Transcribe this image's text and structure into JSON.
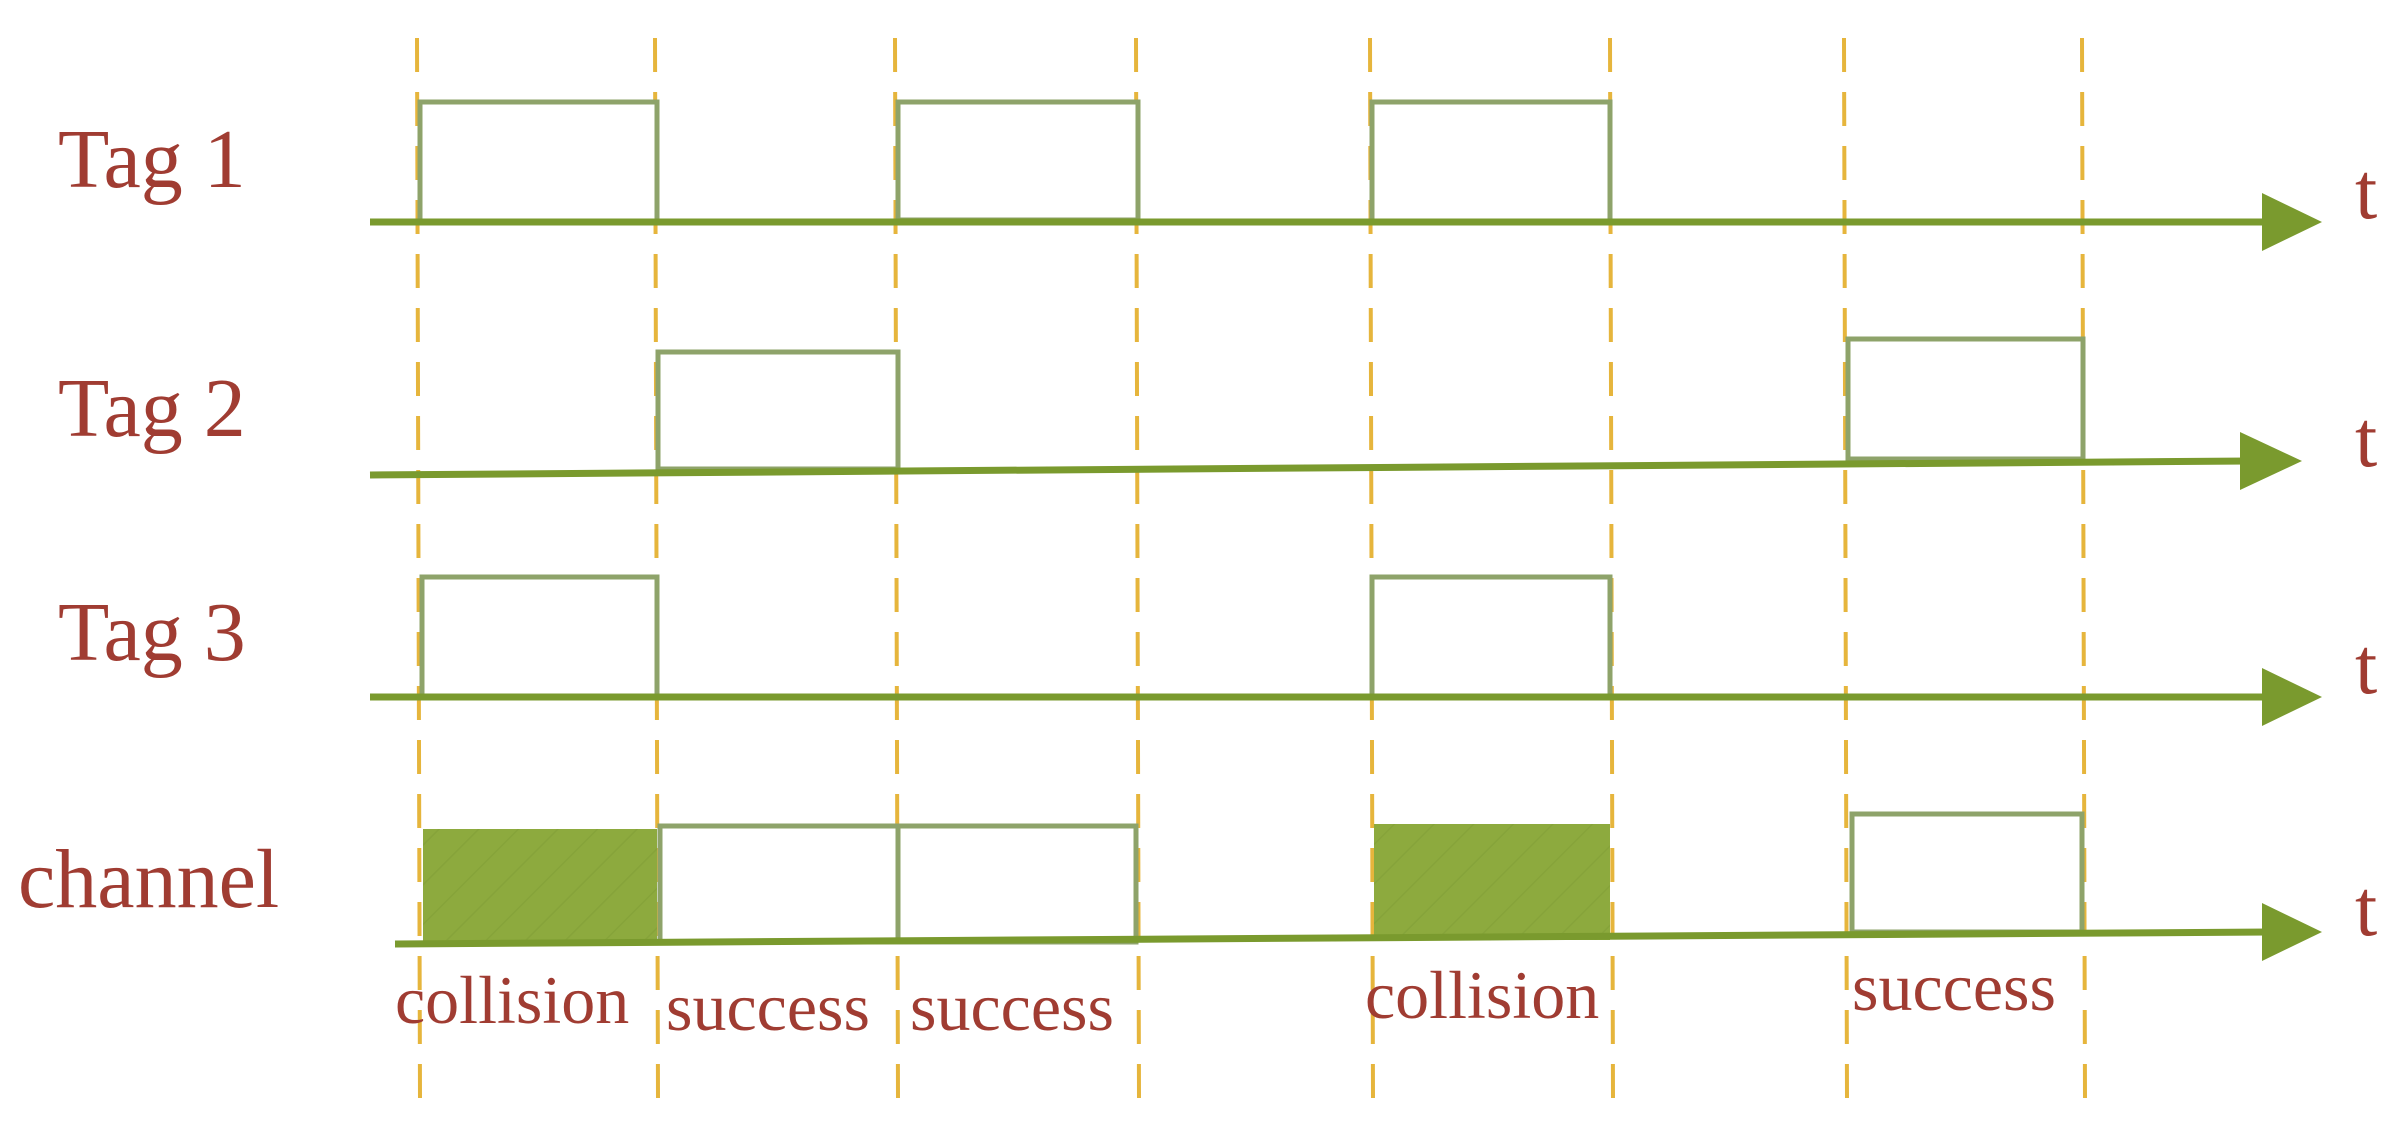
{
  "diagram": {
    "rows": [
      {
        "label": "Tag 1",
        "axis_label": "t",
        "transmits_in_slots": [
          1,
          3,
          5
        ]
      },
      {
        "label": "Tag 2",
        "axis_label": "t",
        "transmits_in_slots": [
          2,
          7
        ]
      },
      {
        "label": "Tag 3",
        "axis_label": "t",
        "transmits_in_slots": [
          1,
          5
        ]
      },
      {
        "label": "channel",
        "axis_label": "t",
        "transmits_in_slots": [
          1,
          2,
          3,
          5,
          7
        ]
      }
    ],
    "slots": [
      {
        "index": 1,
        "status": "collision"
      },
      {
        "index": 2,
        "status": "success"
      },
      {
        "index": 3,
        "status": "success"
      },
      {
        "index": 5,
        "status": "collision"
      },
      {
        "index": 7,
        "status": "success"
      }
    ],
    "colors": {
      "axis": "#7a9a2e",
      "pulse_outline": "#8ea36a",
      "collision_fill": "#8daa3e",
      "divider": "#e6b53c",
      "text": "#a03c32"
    }
  }
}
